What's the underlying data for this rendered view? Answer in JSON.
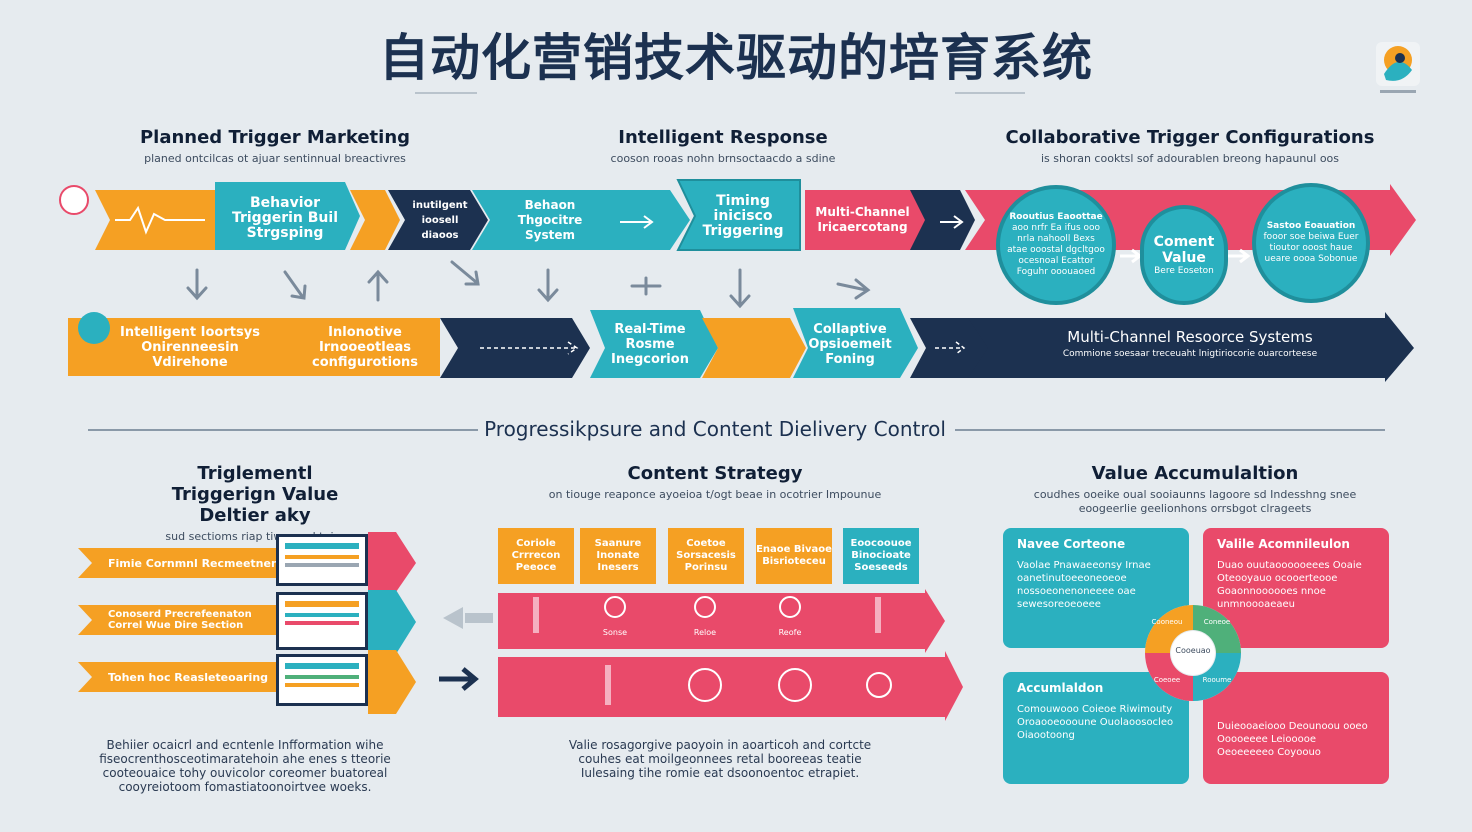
{
  "title": "自动化营销技术驱动的培育系统",
  "sections": {
    "planned": {
      "heading": "Planned Trigger Marketing",
      "sub": "planed ontcilcas ot ajuar sentinnual breactivres"
    },
    "intelligent": {
      "heading": "Intelligent Response",
      "sub": "cooson rooas nohn brnsoctaacdo a sdine"
    },
    "collaborative": {
      "heading": "Collaborative Trigger Configurations",
      "sub": "is shoran cooktsl sof adourablen breong hapaunul oos"
    }
  },
  "flow_top": {
    "behavior_trigger": "Behavior Triggerin Buil Strgsping",
    "intelligent_small": "inutilgent ioosell diaoos",
    "behavior_system": "Behaon Thgocitre System",
    "timing_triggering": "Timing inicisco Triggering",
    "multichannel_small": "Multi-Channel Iricaercotang"
  },
  "circles": {
    "left": {
      "title": "Rooutius Eaoottae",
      "body": "aoo nrfr Ea ifus ooo nrla nahooll Bexs atae ooostal dgcltgoo ocesnoal Ecattor Foguhr ooouaoed"
    },
    "mid": {
      "title": "Coment Value",
      "sub": "Bere Eoseton"
    },
    "right": {
      "title": "Sastoo Eoauation",
      "body": "fooor soe beiwa Euer tioutor ooost haue ueare oooa Sobonue"
    }
  },
  "flow_bottom": {
    "intelligent": "Intelligent Ioortsys Onirenneesin Vdirehone",
    "innovative": "Inlonotive Irnooeotleas configurotions",
    "realtime": "Real-Time Rosme Inegcorion",
    "collaborative": "Collaptive Opsioemeit Foning",
    "multichannel": "Multi-Channel Resoorce Systems",
    "multichannel_sub": "Commione soesaar treceuaht lnigtiriocorie ouarcorteese"
  },
  "mid_title": "Progressikpsure and Content Dielivery Control",
  "lower": {
    "left": {
      "heading": "Triglementl Triggerign Value Deltier aky",
      "sub": "sud sectioms riap tiwy eoel tnire",
      "rows": [
        "Fimie Cornmnl Recmeetnen",
        "Conoserd Precrefeenaton Correl Wue Dire Section",
        "Tohen hoc Reasleteoaring"
      ],
      "bottom": "Behiier ocaicrl and ecntenle Infformation wihe fiseocrenthosceotimaratehoin ahe enes s tteorie cooteouaice tohy ouvicolor coreomer buatoreal cooyreiotoom fomastiatoonoirtvee woeks."
    },
    "center": {
      "heading": "Content Strategy",
      "sub": "on tiouge reaponce ayoeioa t/ogt beae in ocotrier Impounue",
      "cards": [
        "Coriole Crrrecon Peeoce",
        "Saanure Inonate Inesers",
        "Coetoe Sorsacesis Porinsu",
        "Enaoe Bivaoe Bisrioteceu",
        "Eoocoouoe Binocioate Soeseeds"
      ],
      "row1_labels": [
        "Sonse",
        "Reloe",
        "Reofe"
      ],
      "bottom": "Valie rosagorgive paoyoin in aoarticoh and cortcte couhes eat moilgeonnees retal booreeas teatie Iulesaing tihe romie eat dsoonoentoc etrapiet."
    },
    "right": {
      "heading": "Value Accumulaltion",
      "sub": "coudhes ooeike oual sooiaunns lagoore sd Indesshng snee eoogeerlie geelionhons orrsbgot clrageets",
      "panels": {
        "tl": {
          "title": "Navee Corteone",
          "body": "Vaolae Pnawaeeonsy Irnae oanetinutoeeoneoeoe nossoeonenoneeee oae sewesoreoeoeee"
        },
        "tr": {
          "title": "Valile Acomnileulon",
          "body": "Duao ouutaoooooeees Ooaie Oteooyauo ocooerteooe Goaonnoooooes nnoe unmnoooaeaeu"
        },
        "bl": {
          "title": "Accumlaldon",
          "body": "Comouwooo Coieoe Riwimouty Oroaooeoooune Ouolaoosocleo Oiaootoong"
        },
        "br": {
          "title": "",
          "body": "Duieooaeiooo Deounoou ooeo Ooooeeee Leiooooe Oeoeeeeeo Coyoouo"
        }
      },
      "ring_center": "Cooeuao",
      "ring_labels": [
        "Cooneou",
        "Coneoe",
        "Coeoee",
        "Rooume"
      ]
    }
  },
  "colors": {
    "orange": "#f5a023",
    "teal": "#2bb0bf",
    "navy": "#1c3150",
    "pink": "#e94a6a",
    "green": "#4fb07a"
  }
}
